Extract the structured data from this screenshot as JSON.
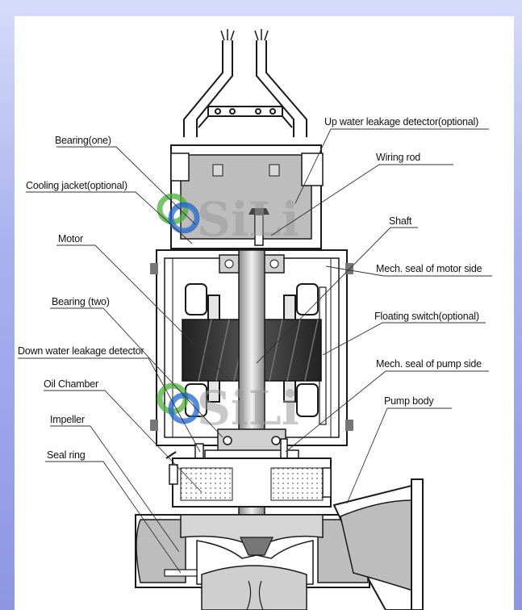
{
  "labels": {
    "up_water_leakage_detector": "Up water leakage detector(optional)",
    "wiring_rod": "Wiring rod",
    "shaft": "Shaft",
    "mech_seal_motor_side": "Mech. seal of motor side",
    "floating_switch": "Floating switch(optional)",
    "mech_seal_pump_side": "Mech. seal of pump side",
    "pump_body": "Pump body",
    "bearing_one": "Bearing(one)",
    "cooling_jacket": "Cooling jacket(optional)",
    "motor": "Motor",
    "bearing_two": "Bearing (two)",
    "down_water_leakage_detector": "Down water leakage detector",
    "oil_chamber": "Oil Chamber",
    "impeller": "Impeller",
    "seal_ring": "Seal ring"
  },
  "watermark": {
    "text": "SiLi"
  },
  "colors": {
    "frame": "#0a0a7a",
    "panel": "#ffffff",
    "outline": "#1a1a1a",
    "grey_fill": "#bdbdbd",
    "dark_fill": "#2a2a2a"
  }
}
